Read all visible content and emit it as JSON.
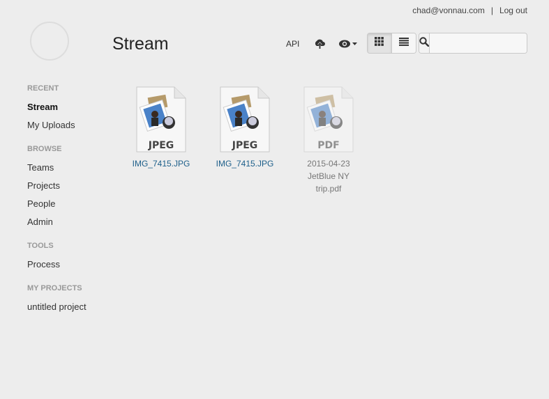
{
  "header": {
    "user_email": "chad@vonnau.com",
    "separator": "|",
    "logout": "Log out",
    "title": "Stream"
  },
  "toolbar": {
    "api_label": "API",
    "upload_icon": "cloud-upload-icon",
    "view_icon": "eye-icon",
    "grid_icon": "grid-icon",
    "list_icon": "list-icon",
    "search_icon": "search-icon",
    "search_value": ""
  },
  "sidebar": {
    "sections": [
      {
        "label": "RECENT",
        "items": [
          {
            "label": "Stream",
            "active": true
          },
          {
            "label": "My Uploads"
          }
        ]
      },
      {
        "label": "BROWSE",
        "items": [
          {
            "label": "Teams"
          },
          {
            "label": "Projects"
          },
          {
            "label": "People"
          },
          {
            "label": "Admin"
          }
        ]
      },
      {
        "label": "TOOLS",
        "items": [
          {
            "label": "Process"
          }
        ]
      },
      {
        "label": "MY PROJECTS",
        "items": [
          {
            "label": "untitled project"
          }
        ]
      }
    ]
  },
  "files": [
    {
      "type": "JPEG",
      "name": "IMG_7415.JPG"
    },
    {
      "type": "JPEG",
      "name": "IMG_7415.JPG"
    },
    {
      "type": "PDF",
      "name_lines": [
        "2015-04-23",
        "JetBlue NY",
        "trip.pdf"
      ]
    }
  ],
  "colors": {
    "background": "#ededed",
    "link": "#1d5f8a"
  }
}
